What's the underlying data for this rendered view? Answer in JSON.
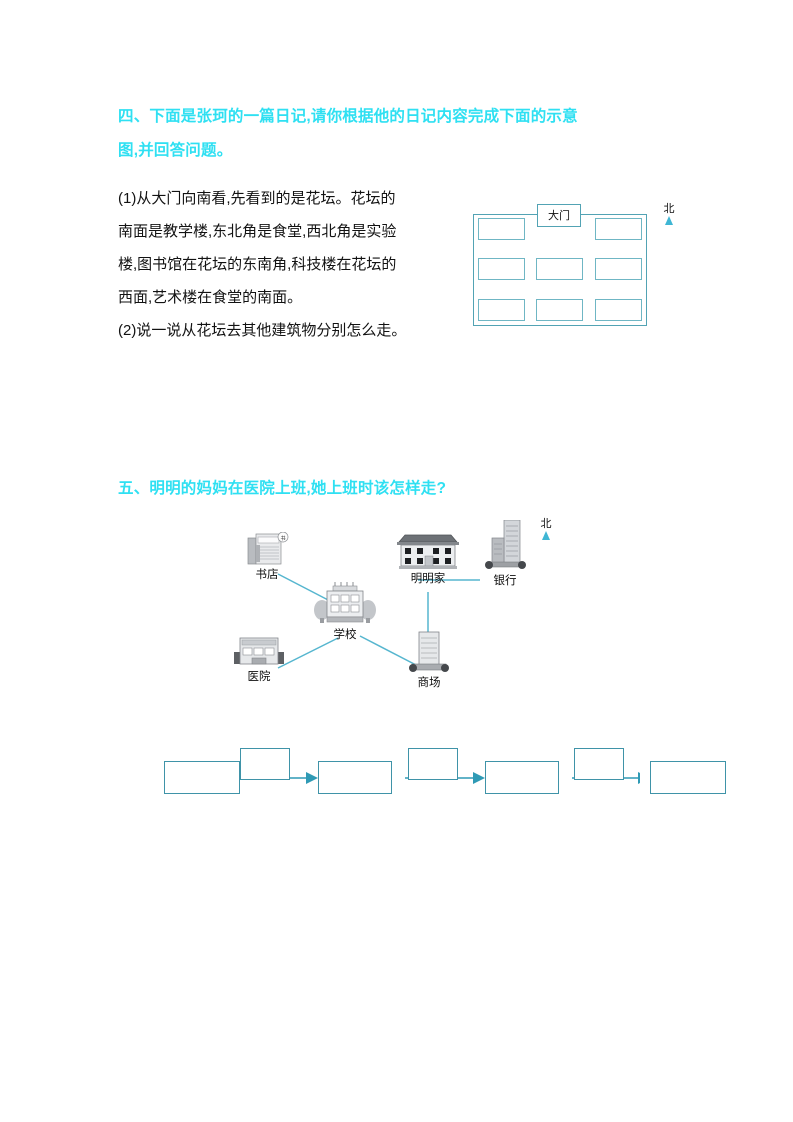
{
  "sections": {
    "four": {
      "heading_line1": "四、下面是张珂的一篇日记,请你根据他的日记内容完成下面的示意",
      "heading_line2": "图,并回答问题。",
      "q1_lines": [
        "(1)从大门向南看,先看到的是花坛。花坛的",
        "南面是教学楼,东北角是食堂,西北角是实验",
        "楼,图书馆在花坛的东南角,科技楼在花坛的",
        "西面,艺术楼在食堂的南面。"
      ],
      "q2": "(2)说一说从花坛去其他建筑物分别怎么走。",
      "schematic": {
        "gate_label": "大门",
        "compass_label": "北",
        "cells": [
          "",
          "",
          "",
          "",
          "",
          "",
          "",
          ""
        ]
      }
    },
    "five": {
      "heading": "五、明明的妈妈在医院上班,她上班时该怎样走?",
      "compass_label": "北",
      "nodes": [
        {
          "name": "书店",
          "icon": "bookstore-icon"
        },
        {
          "name": "学校",
          "icon": "school-icon"
        },
        {
          "name": "医院",
          "icon": "hospital-icon"
        },
        {
          "name": "明明家",
          "icon": "house-icon"
        },
        {
          "name": "银行",
          "icon": "bank-icon"
        },
        {
          "name": "商场",
          "icon": "mall-icon"
        }
      ],
      "flow_boxes": [
        "",
        "",
        "",
        "",
        "",
        ""
      ]
    }
  },
  "colors": {
    "heading": "#2fe0f2",
    "line": "#52a3b4",
    "arrow": "#2f9ab5",
    "connector": "#56b6cf",
    "text": "#121212"
  }
}
